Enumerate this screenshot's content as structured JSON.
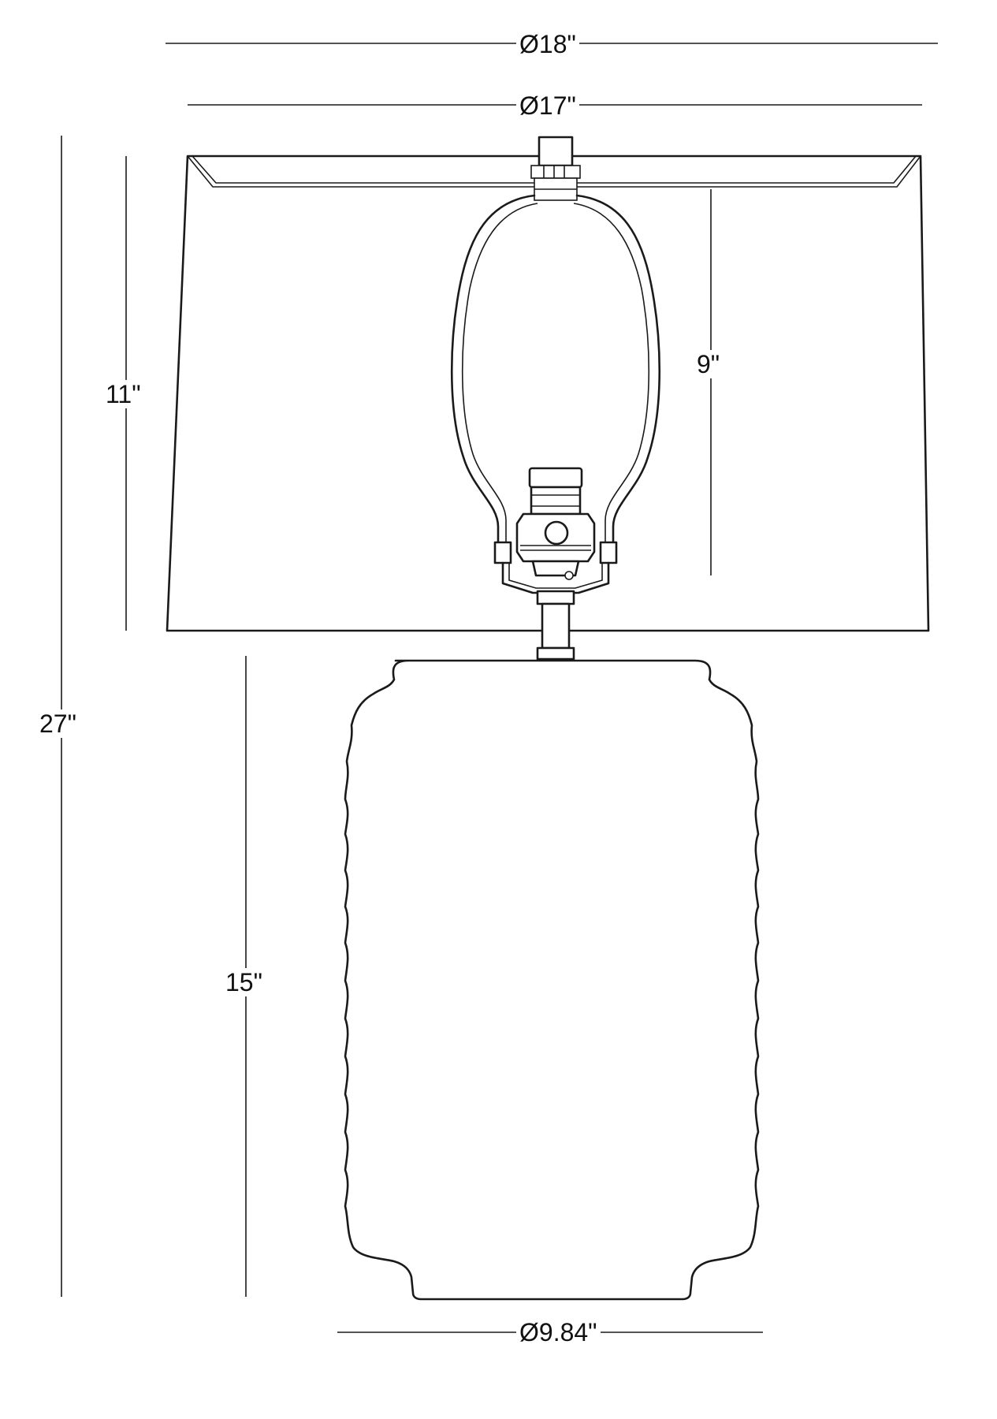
{
  "dimensions": {
    "shade_top_diameter": "Ø18\"",
    "shade_inner_diameter": "Ø17\"",
    "shade_height": "11\"",
    "harp_height": "9\"",
    "overall_height": "27\"",
    "base_height": "15\"",
    "base_diameter": "Ø9.84\""
  },
  "colors": {
    "line": "#1a1a1a",
    "background": "#ffffff"
  }
}
